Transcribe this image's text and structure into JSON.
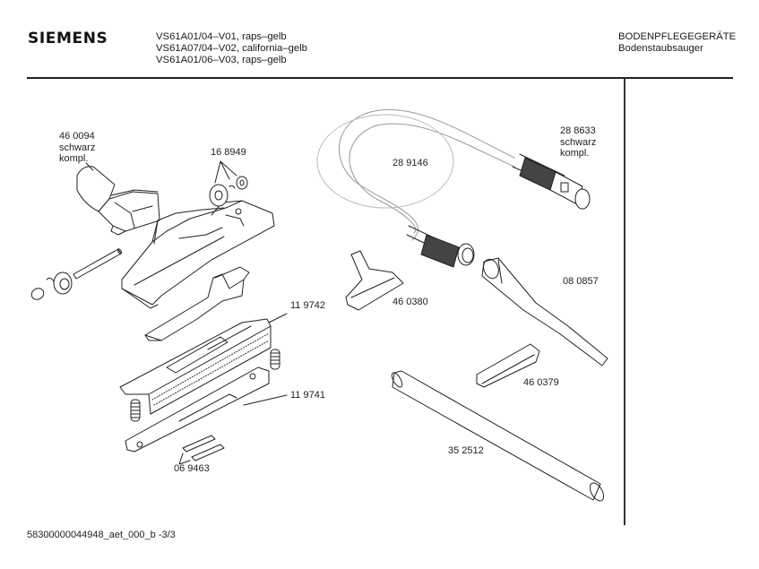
{
  "header": {
    "brand": "SIEMENS",
    "models": [
      "VS61A01/04–V01, raps–gelb",
      "VS61A07/04–V02, california–gelb",
      "VS61A01/06–V03, raps–gelb"
    ],
    "category": "BODENPFLEGEGERÄTE",
    "subcategory": "Bodenstaubsauger"
  },
  "parts": [
    {
      "id": "part-460094",
      "lines": [
        "46 0094",
        "schwarz",
        "kompl."
      ]
    },
    {
      "id": "part-168949",
      "lines": [
        "16 8949"
      ]
    },
    {
      "id": "part-119742",
      "lines": [
        "11 9742"
      ]
    },
    {
      "id": "part-119741",
      "lines": [
        "11 9741"
      ]
    },
    {
      "id": "part-069463",
      "lines": [
        "06 9463"
      ]
    },
    {
      "id": "part-289146",
      "lines": [
        "28 9146"
      ]
    },
    {
      "id": "part-288633",
      "lines": [
        "28 8633",
        "schwarz",
        "kompl."
      ]
    },
    {
      "id": "part-460380",
      "lines": [
        "46 0380"
      ]
    },
    {
      "id": "part-080857",
      "lines": [
        "08 0857"
      ]
    },
    {
      "id": "part-460379",
      "lines": [
        "46 0379"
      ]
    },
    {
      "id": "part-352512",
      "lines": [
        "35 2512"
      ]
    }
  ],
  "footer": {
    "doc_id": "58300000044948_aet_000_b -3/3"
  }
}
